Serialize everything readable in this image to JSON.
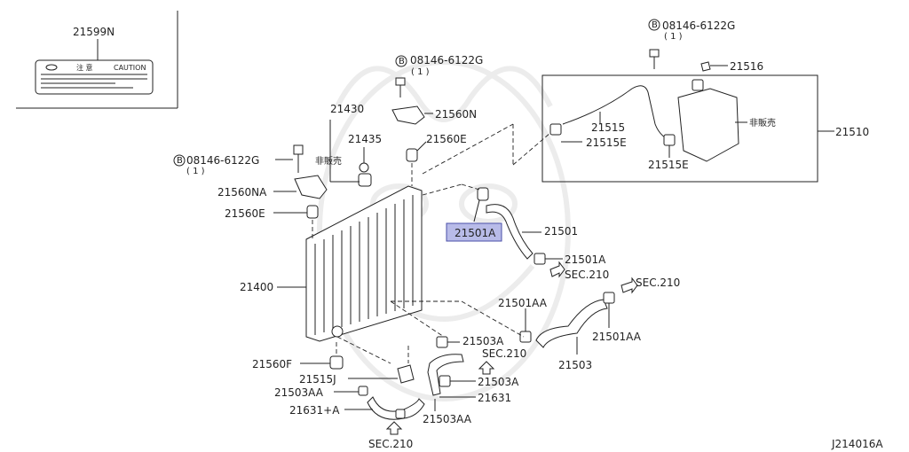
{
  "diagram_id": "J214016A",
  "caution_label": {
    "part_no": "21599N",
    "caution_text": "CAUTION",
    "jp_text": "注 意"
  },
  "callouts": {
    "bolt_top_center": "08146-6122G",
    "bolt_top_center_qty": "( 1 )",
    "bolt_top_right": "08146-6122G",
    "bolt_top_right_qty": "( 1 )",
    "bolt_left": "08146-6122G",
    "bolt_left_qty": "( 1 )",
    "bolt_symbol": "B",
    "p21560N": "21560N",
    "p21430": "21430",
    "p21435": "21435",
    "not_for_sale_left": "非販売",
    "p21560E_top": "21560E",
    "p21560NA": "21560NA",
    "p21560E_left": "21560E",
    "p21400": "21400",
    "p21560F": "21560F",
    "p21515J": "21515J",
    "p21503AA_left": "21503AA",
    "p21631A": "21631+A",
    "sec210_bottom": "SEC.210",
    "p21503AA_bottom": "21503AA",
    "p21631": "21631",
    "p21503A_mid": "21503A",
    "sec210_mid": "SEC.210",
    "p21503A_upper": "21503A",
    "p21501AA_upper": "21501AA",
    "p21501AA_right": "21501AA",
    "p21503": "21503",
    "sec210_right": "SEC.210",
    "p21501A_highlight": "21501A",
    "p21501": "21501",
    "p21501A": "21501A",
    "sec210_center": "SEC.210",
    "p21516": "21516",
    "p21515": "21515",
    "p21515E_left": "21515E",
    "p21515E_right": "21515E",
    "not_for_sale_right": "非販売",
    "p21510": "21510"
  },
  "highlight_color": "#b8bbe8"
}
